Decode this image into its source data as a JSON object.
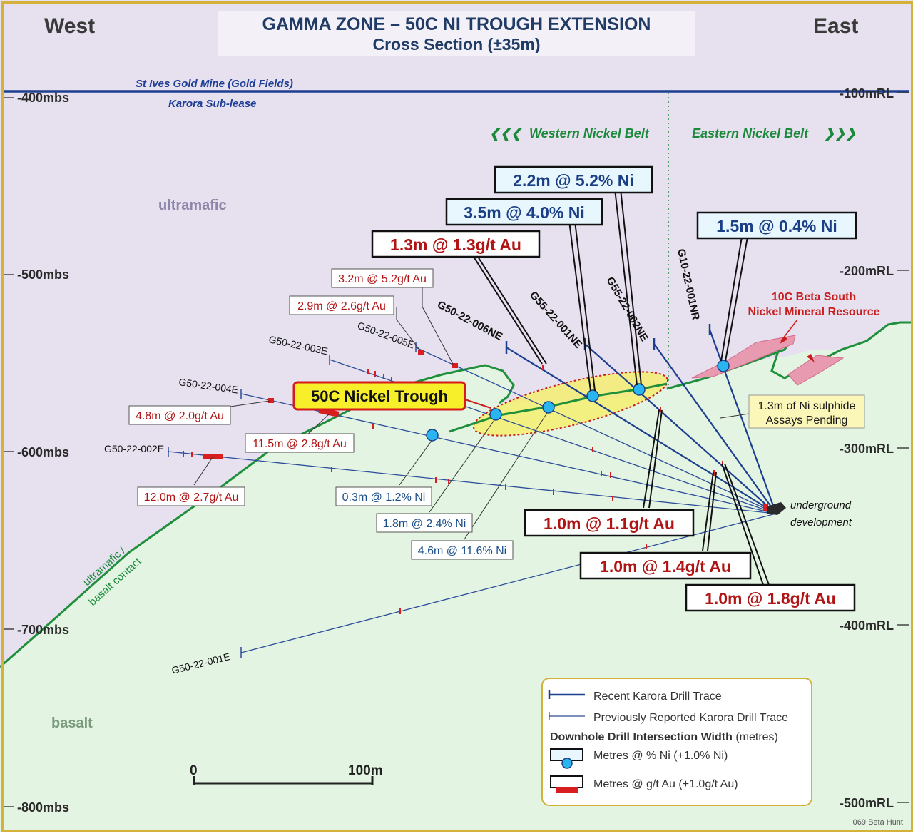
{
  "header": {
    "west": "West",
    "east": "East",
    "title": "GAMMA ZONE – 50C NI TROUGH EXTENSION",
    "subtitle": "Cross Section (±35m)"
  },
  "lease": {
    "upper": "St Ives Gold Mine (Gold Fields)",
    "lower": "Karora Sub-lease"
  },
  "depth_left": [
    "-400mbs",
    "-500mbs",
    "-600mbs",
    "-700mbs",
    "-800mbs"
  ],
  "depth_right": [
    "-100mRL",
    "-200mRL",
    "-300mRL",
    "-400mRL",
    "-500mRL"
  ],
  "belts": {
    "western": "Western Nickel Belt",
    "eastern": "Eastern Nickel Belt",
    "west_arrows": "❮❮❮",
    "east_arrows": "❯❯❯"
  },
  "lithology": {
    "ultramafic": "ultramafic",
    "basalt": "basalt",
    "contact": [
      "ultramafic /",
      "basalt contact"
    ]
  },
  "drill_holes": {
    "g50_001e": "G50-22-001E",
    "g50_002e": "G50-22-002E",
    "g50_003e": "G50-22-003E",
    "g50_004e": "G50-22-004E",
    "g50_005e": "G50-22-005E",
    "g50_006ne": "G50-22-006NE",
    "g55_001ne": "G55-22-001NE",
    "g55_002ne": "G55-22-002NE",
    "g10_001nr": "G10-22-001NR"
  },
  "intersections_au_small": {
    "a1": "3.2m @ 5.2g/t Au",
    "a2": "2.9m @ 2.6g/t Au",
    "a3": "4.8m @ 2.0g/t Au",
    "a4": "11.5m @ 2.8g/t Au",
    "a5": "12.0m @ 2.7g/t Au"
  },
  "intersections_ni_small": {
    "n1": "0.3m @ 1.2% Ni",
    "n2": "1.8m @ 2.4% Ni",
    "n3": "4.6m @ 11.6% Ni"
  },
  "intersections_ni_big": {
    "b1": "2.2m @ 5.2% Ni",
    "b2": "3.5m @ 4.0% Ni",
    "b3": "1.5m @ 0.4% Ni"
  },
  "intersections_au_big": {
    "c1": "1.3m @ 1.3g/t Au",
    "c2": "1.0m @ 1.1g/t Au",
    "c3": "1.0m @ 1.4g/t Au",
    "c4": "1.0m @ 1.8g/t Au"
  },
  "trough_label": "50C Nickel Trough",
  "resource": [
    "10C Beta South",
    "Nickel Mineral Resource"
  ],
  "pending": [
    "1.3m of Ni sulphide",
    "Assays Pending"
  ],
  "underground": [
    "underground",
    "development"
  ],
  "legend": {
    "recent": "Recent Karora Drill Trace",
    "previous": "Previously Reported Karora Drill Trace",
    "heading": "Downhole Drill Intersection Width",
    "heading_unit": "(metres)",
    "ni": "Metres @ % Ni (+1.0% Ni)",
    "au": "Metres @ g/t Au (+1.0g/t Au)"
  },
  "scale": {
    "start": "0",
    "end": "100m"
  },
  "code": "069 Beta Hunt",
  "colors": {
    "ultramafic": "#e6e0ef",
    "basalt": "#e3f4e2",
    "contact_line": "#1e8f3a",
    "lease_line": "#1d3f8f",
    "drill_line": "#2d4d9a",
    "au_red": "#b01414",
    "ni_blue": "#1b3f86",
    "ni_marker": "#29b6f0",
    "trough_fill": "#f6ef6a"
  }
}
